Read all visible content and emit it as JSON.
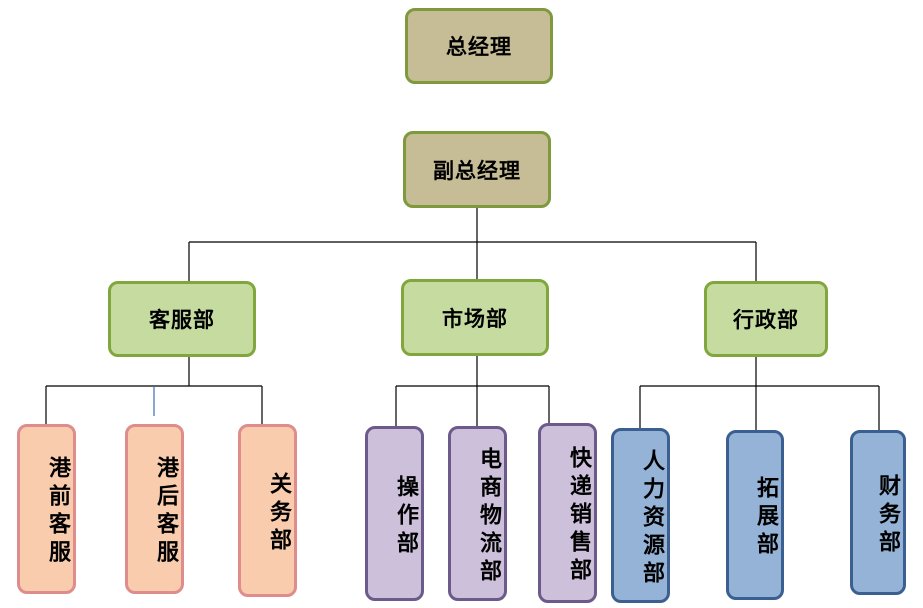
{
  "colors": {
    "top_fill": "#c6bc96",
    "top_border": "#7e9a3c",
    "dept_fill": "#c5dba0",
    "dept_border": "#82a63e",
    "peach_fill": "#f9ccad",
    "peach_border": "#de8c8c",
    "purple_fill": "#ccc0da",
    "purple_border": "#6c5a8a",
    "blue_fill": "#95b3d7",
    "blue_border": "#3a5f90"
  },
  "org": {
    "gm": "总经理",
    "deputy": "副总经理",
    "departments": [
      {
        "name": "客服部",
        "units": [
          "港前客服",
          "港后客服",
          "关务部"
        ]
      },
      {
        "name": "市场部",
        "units": [
          "操作部",
          "电商物流部",
          "快递销售部"
        ]
      },
      {
        "name": "行政部",
        "units": [
          "人力资源部",
          "拓展部",
          "财务部"
        ]
      }
    ]
  }
}
